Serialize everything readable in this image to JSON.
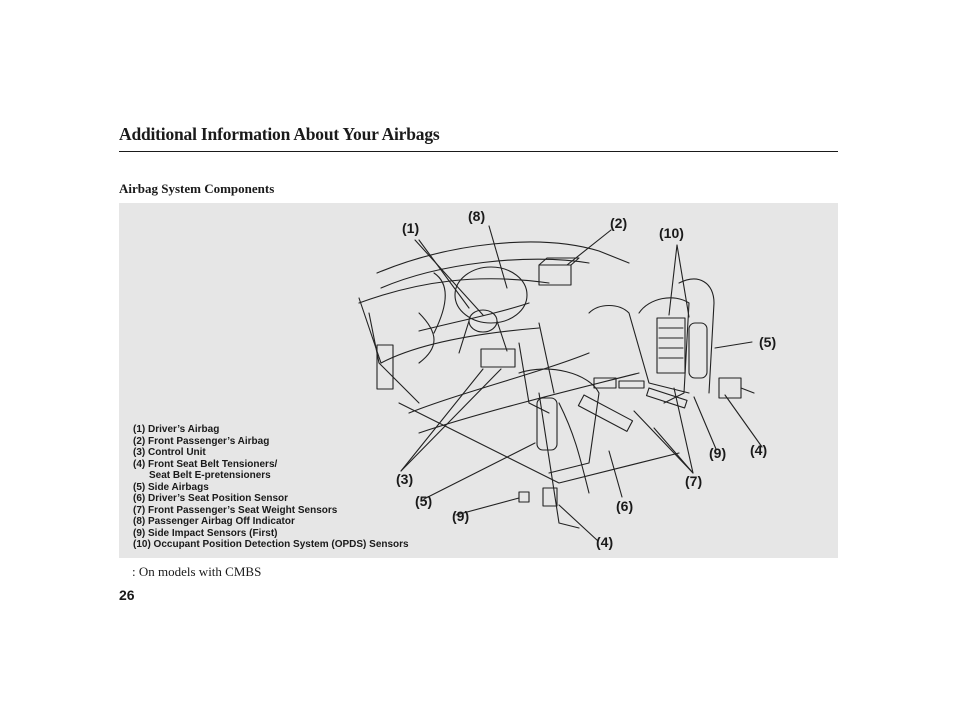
{
  "header": {
    "title": "Additional Information About Your Airbags"
  },
  "section": {
    "title": "Airbag System Components"
  },
  "figure": {
    "callouts": [
      "(1)",
      "(8)",
      "(2)",
      "(10)",
      "(5)",
      "(9)",
      "(4)",
      "(3)",
      "(5)",
      "(9)",
      "(6)",
      "(7)",
      "(4)"
    ],
    "legend": [
      "(1) Driver’s Airbag",
      "(2) Front Passenger’s Airbag",
      "(3) Control Unit",
      "(4) Front Seat Belt Tensioners/",
      "Seat Belt E-pretensioners",
      "(5) Side Airbags",
      "(6) Driver’s Seat Position Sensor",
      "(7) Front Passenger’s Seat Weight Sensors",
      "(8) Passenger Airbag Off Indicator",
      "(9) Side Impact Sensors (First)",
      "(10) Occupant Position Detection System (OPDS) Sensors"
    ]
  },
  "footnote": ":  On models with CMBS",
  "page_number": "26"
}
